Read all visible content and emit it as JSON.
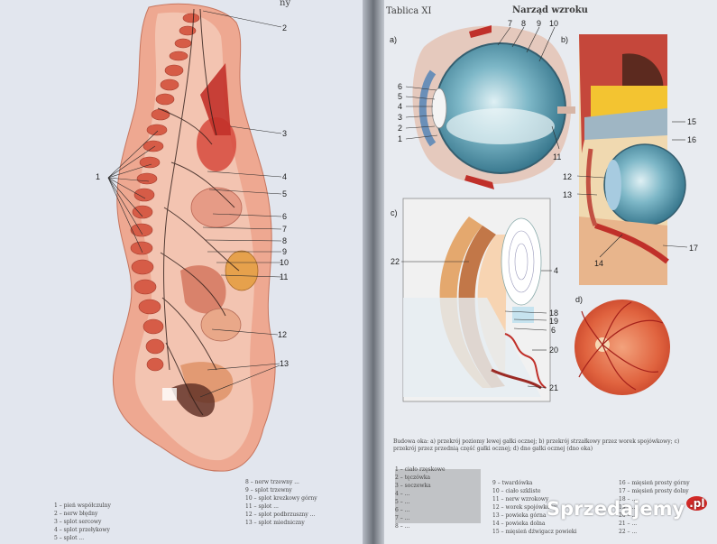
{
  "colors": {
    "page_left": "#e4e8ef",
    "page_right": "#e9ecf1",
    "tissue_red": "#c3322a",
    "tissue_pink": "#ef9b86",
    "eye_blue": "#4f93a8",
    "watermark_red": "#d12a28"
  },
  "left_page": {
    "header_fragment": "ny",
    "numbers": {
      "n1": "1",
      "n2": "2",
      "n3": "3",
      "n4": "4",
      "n5": "5",
      "n6": "6",
      "n7": "7",
      "n8": "8",
      "n9": "9",
      "n10": "10",
      "n11": "11",
      "n12": "12",
      "n13": "13"
    },
    "legend": {
      "col1": [
        "1 – pień współczulny",
        "2 – nerw błędny",
        "3 – splot sercowy",
        "4 – splot przełykowy",
        "5 – splot ..."
      ],
      "col2": [
        "8 – nerw trzewny ...",
        "9 – splot trzewny",
        "10 – splot krezkowy górny",
        "11 – splot ...",
        "12 – splot podbrzuszny ...",
        "13 – splot miedniczny"
      ]
    }
  },
  "right_page": {
    "plate_title": "Tablica XI",
    "section_title": "Narząd wzroku",
    "panel_labels": {
      "a": "a)",
      "b": "b)",
      "c": "c)",
      "d": "d)"
    },
    "numbers": {
      "n1": "1",
      "n2": "2",
      "n3": "3",
      "n4": "4",
      "n5": "5",
      "n6": "6",
      "n7": "7",
      "n8": "8",
      "n9": "9",
      "n10": "10",
      "n11": "11",
      "n12": "12",
      "n13": "13",
      "n14": "14",
      "n15": "15",
      "n16": "16",
      "n17": "17",
      "n18": "18",
      "n19": "19",
      "n20": "20",
      "n21": "21",
      "n22": "22",
      "c4": "4",
      "c6": "6"
    },
    "caption": "Budowa oka: a) przekrój poziomy lewej gałki ocznej; b) przekrój strzałkowy przez worek spojówkowy; c) przekrój przez przednią część gałki ocznej; d) dno gałki ocznej (dno oka)",
    "legend": {
      "col1": [
        "1 – ciało rzęskowe",
        "2 – tęczówka",
        "3 – soczewka",
        "4 – ...",
        "5 – ...",
        "6 – ...",
        "7 – ...",
        "8 – ..."
      ],
      "col2": [
        "9 – twardówka",
        "10 – ciało szkliste",
        "11 – nerw wzrokowy",
        "12 – worek spojówkowy",
        "13 – powieka górna",
        "14 – powieka dolna",
        "15 – mięsień dźwigacz powieki"
      ],
      "col3": [
        "16 – mięsień prosty górny",
        "17 – mięsień prosty dolny",
        "18 – ...",
        "19 – ...",
        "20 – ...",
        "21 – ...",
        "22 – ..."
      ]
    }
  },
  "watermark": {
    "name": "Sprzedajemy",
    "tld": ".pl"
  }
}
